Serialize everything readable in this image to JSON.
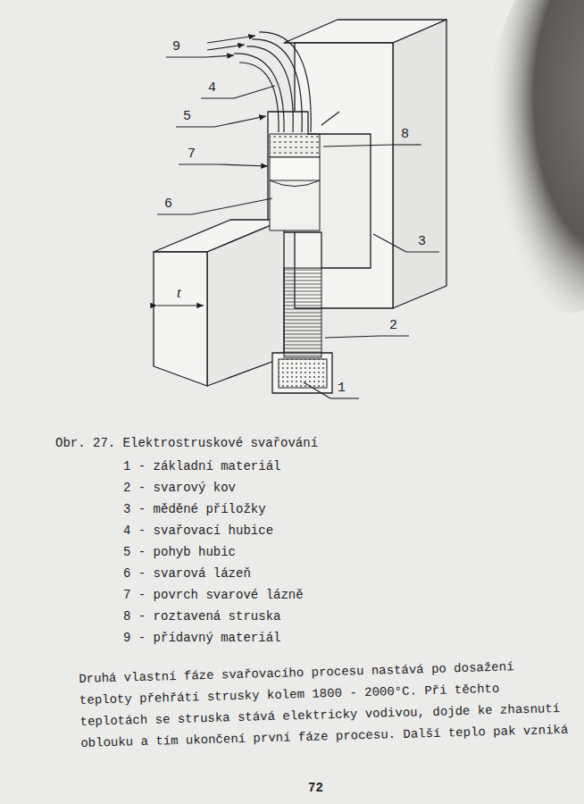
{
  "diagram": {
    "caption": "Obr. 27. Elektrostruskové svařování",
    "labels": [
      "9",
      "4",
      "5",
      "8",
      "7",
      "6",
      "3",
      "2",
      "1",
      "t",
      "1 - základní materiál",
      "2 - svarový kov",
      "3 - měděné příložky",
      "4 - svařovací hubice",
      "5 - pohyb hubic",
      "6 - svarová lázeň",
      "7 - povrch svarové lázně",
      "8 - roztavená struska",
      "9 - přídavný materiál",
      "Druhá vlastní fáze svařovacího procesu nastává po dosažení teploty přehřátí strusky kolem 1800 - 2000°C. Při těchto teplotách se struska stává elektricky vodivou, dojde ke zhasnutí oblouku a tím ukončení první fáze procesu. Další teplo pak vzniká",
      "72"
    ]
  }
}
